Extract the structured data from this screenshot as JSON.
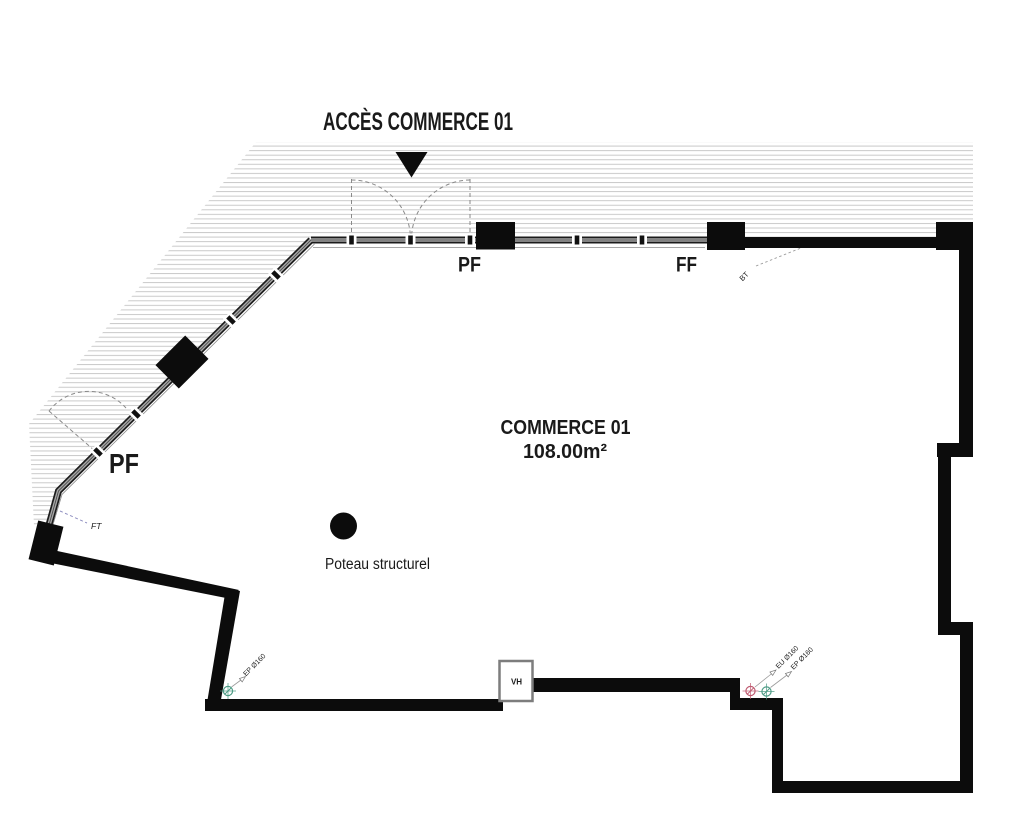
{
  "plan": {
    "access_label": "ACCÈS COMMERCE 01",
    "room": {
      "name": "COMMERCE 01",
      "area": "108.00m²",
      "column_label": "Poteau structurel"
    },
    "openings": {
      "pf_top": "PF",
      "ff_top": "FF",
      "pf_left": "PF"
    },
    "annotations": {
      "ft": "FT",
      "bt": "BT",
      "vh": "VH",
      "eu_right": "EU Ø160",
      "ep_right": "EP Ø160",
      "ep_left": "EP Ø160"
    },
    "colors": {
      "wall": "#0c0c0c",
      "hatch_line": "#c9c9c9",
      "eu_symbol": "#bf5a70",
      "ep_symbol": "#4d9b85",
      "ft_leader": "#8f8fc0",
      "leader": "#9a9a9a"
    }
  }
}
